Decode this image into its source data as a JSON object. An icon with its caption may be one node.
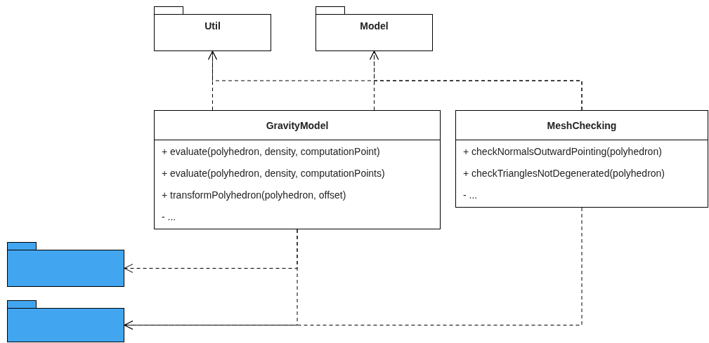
{
  "diagram": {
    "nodes": [
      {
        "text": [
          "Util"
        ]
      },
      {
        "text": [
          "Model"
        ]
      },
      {
        "text": [
          "GravityModel",
          "+ evaluate(polyhedron, density, computationPoint)",
          "+ evaluate(polyhedron, density, computationPoints)",
          "+ transformPolyhedron(polyhedron, offset)",
          "- ..."
        ]
      },
      {
        "text": [
          "MeshChecking",
          "+ checkNormalsOutwardPointing(polyhedron)",
          "+ checkTrianglesNotDegenerated(polyhedron)",
          "- ..."
        ]
      },
      {
        "text": [],
        "shape": "folder"
      },
      {
        "text": [],
        "shape": "folder"
      }
    ],
    "edges": [
      {
        "from": 2,
        "to": 0,
        "arrow": "to",
        "style": "dashed"
      },
      {
        "from": 2,
        "to": 1,
        "arrow": "to",
        "style": "dashed"
      },
      {
        "from": 3,
        "to": 0,
        "arrow": "to",
        "style": "dashed"
      },
      {
        "from": 3,
        "to": 1,
        "arrow": "to",
        "style": "dashed"
      },
      {
        "from": 2,
        "to": 4,
        "arrow": "to",
        "style": "dashed"
      },
      {
        "from": 2,
        "to": 5,
        "arrow": "to",
        "style": "dashed"
      },
      {
        "from": 3,
        "to": 5,
        "arrow": "to",
        "style": "dashed"
      }
    ]
  }
}
